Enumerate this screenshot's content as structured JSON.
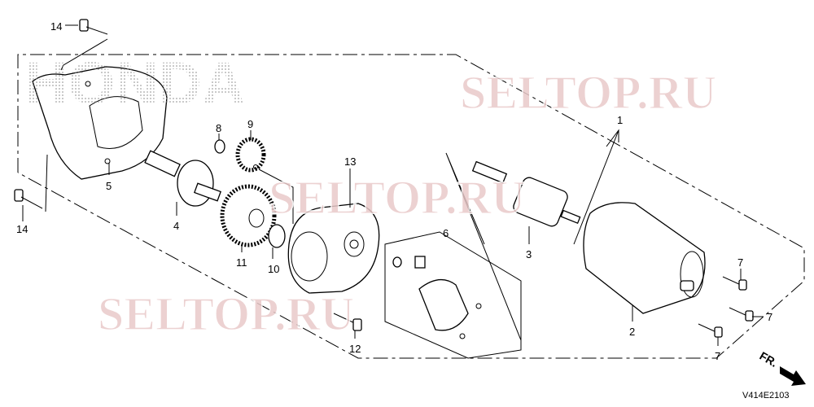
{
  "diagram": {
    "logo_text": "HONDA",
    "watermark": "SELTOP.RU",
    "diagram_code": "V414E2103",
    "direction_label": "FR.",
    "callouts": [
      {
        "id": "c14a",
        "label": "14"
      },
      {
        "id": "c14b",
        "label": "14"
      },
      {
        "id": "c5",
        "label": "5"
      },
      {
        "id": "c8",
        "label": "8"
      },
      {
        "id": "c9",
        "label": "9"
      },
      {
        "id": "c4",
        "label": "4"
      },
      {
        "id": "c11",
        "label": "11"
      },
      {
        "id": "c10",
        "label": "10"
      },
      {
        "id": "c13",
        "label": "13"
      },
      {
        "id": "c6",
        "label": "6"
      },
      {
        "id": "c3",
        "label": "3"
      },
      {
        "id": "c1",
        "label": "1"
      },
      {
        "id": "c2",
        "label": "2"
      },
      {
        "id": "c12",
        "label": "12"
      },
      {
        "id": "c7a",
        "label": "7"
      },
      {
        "id": "c7b",
        "label": "7"
      },
      {
        "id": "c7c",
        "label": "7"
      }
    ]
  }
}
